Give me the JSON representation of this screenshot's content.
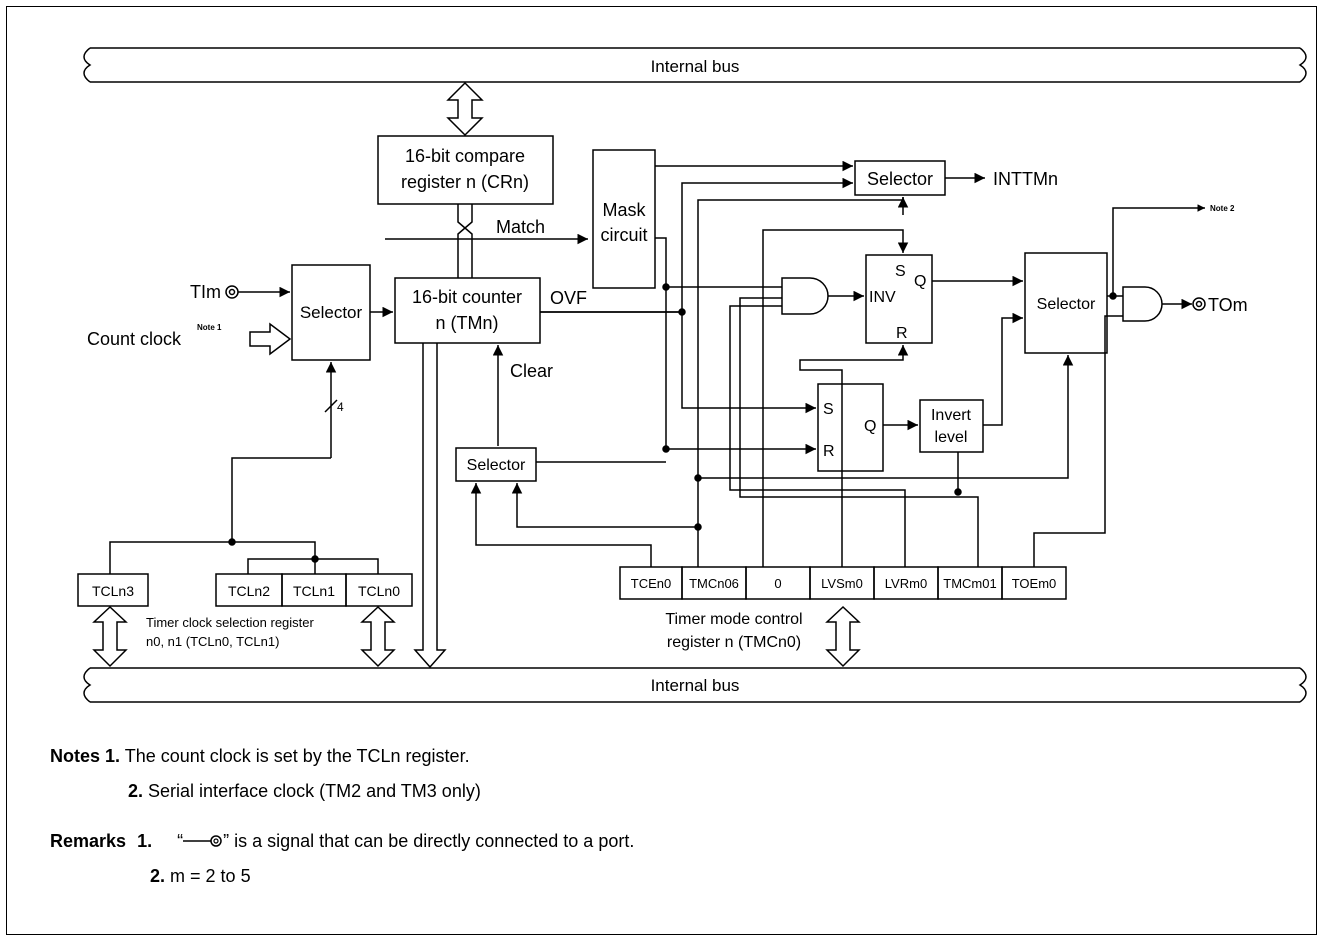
{
  "diagram": {
    "bus_top": "Internal bus",
    "bus_bottom": "Internal bus",
    "compare_register": {
      "line1": "16-bit compare",
      "line2": "register n (CRn)"
    },
    "counter": {
      "line1": "16-bit counter",
      "line2": "n (TMn)"
    },
    "mask_circuit": {
      "line1": "Mask",
      "line2": "circuit"
    },
    "selector_main": "Selector",
    "selector_int": "Selector",
    "selector_out": "Selector",
    "selector_clear": "Selector",
    "match": "Match",
    "ovf": "OVF",
    "clear": "Clear",
    "tim": "TIm",
    "count_clock": "Count clock",
    "count_clock_note": "Note 1",
    "bus_width": "4",
    "inttm": "INTTMn",
    "tom": "TOm",
    "note2": "Note 2",
    "ff1": {
      "s": "S",
      "q": "Q",
      "inv": "INV",
      "r": "R"
    },
    "ff2": {
      "s": "S",
      "q": "Q",
      "r": "R"
    },
    "invert_level": {
      "line1": "Invert",
      "line2": "level"
    },
    "tcl_register": {
      "bits": [
        "TCLn3",
        "TCLn2",
        "TCLn1",
        "TCLn0"
      ],
      "caption1": "Timer clock selection register",
      "caption2": "n0, n1 (TCLn0, TCLn1)"
    },
    "tmc_register": {
      "bits": [
        "TCEn0",
        "TMCn06",
        "0",
        "LVSm0",
        "LVRm0",
        "TMCm01",
        "TOEm0"
      ],
      "caption1": "Timer mode control",
      "caption2": "register n (TMCn0)"
    }
  },
  "notes": {
    "heading": "Notes",
    "items": [
      {
        "num": "1.",
        "text": "The count clock is set by the TCLn register."
      },
      {
        "num": "2.",
        "text": "Serial interface clock (TM2 and TM3 only)"
      }
    ]
  },
  "remarks": {
    "heading": "Remarks",
    "items": [
      {
        "num": "1.",
        "text_pre": "“",
        "text_post": "” is a signal that can be directly connected to a port."
      },
      {
        "num": "2.",
        "text": "m = 2 to 5"
      }
    ]
  }
}
